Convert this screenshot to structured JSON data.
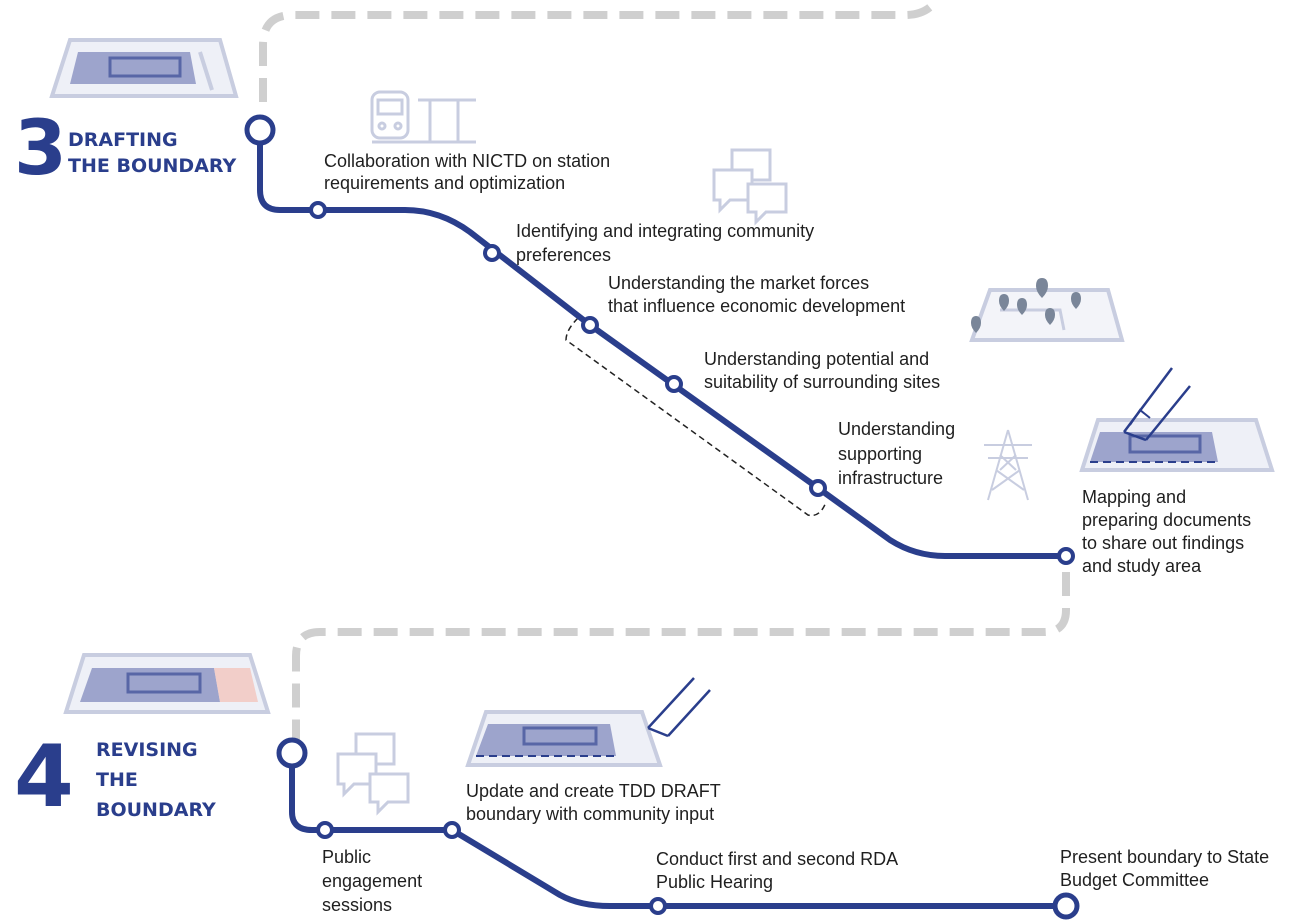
{
  "colors": {
    "route": "#2a3e8c",
    "dash": "#cfcfcf",
    "icon": "#b9bfd6",
    "icon_fill": "#8e97c4"
  },
  "step3": {
    "number": "3",
    "title_line1": "DRAFTING",
    "title_line2": "THE BOUNDARY",
    "icon": "site-plan-icon"
  },
  "step4": {
    "number": "4",
    "title_line1": "REVISING",
    "title_line2": "THE",
    "title_line3": "BOUNDARY",
    "icon": "site-plan-highlight-icon"
  },
  "labels": {
    "nictd_line1": "Collaboration with NICTD on station",
    "nictd_line2": "requirements and optimization",
    "community_line1": "Identifying and integrating community",
    "community_line2": "preferences",
    "market_line1": "Understanding the market forces",
    "market_line2": "that influence economic development",
    "potential_line1": "Understanding potential and",
    "potential_line2": "suitability of surrounding sites",
    "infra_line1": "Understanding",
    "infra_line2": "supporting",
    "infra_line3": "infrastructure",
    "mapping_line1": "Mapping and",
    "mapping_line2": "preparing documents",
    "mapping_line3": "to share out findings",
    "mapping_line4": "and study area",
    "public_line1": "Public",
    "public_line2": "engagement",
    "public_line3": "sessions",
    "update_line1": "Update and create TDD DRAFT",
    "update_line2": "boundary with community input",
    "hearing_line1": "Conduct first and second RDA",
    "hearing_line2": "Public Hearing",
    "present_line1": "Present boundary to State",
    "present_line2": "Budget Committee"
  },
  "icons": [
    "train-icon",
    "chat-bubbles-icon",
    "map-pins-icon",
    "pencil-drawing-icon",
    "power-tower-icon",
    "chat-bubbles-icon",
    "pencil-drawing-icon"
  ]
}
